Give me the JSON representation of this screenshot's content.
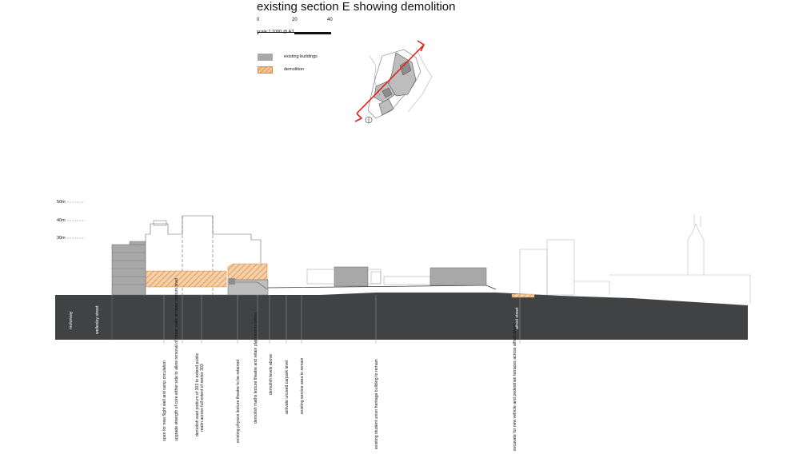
{
  "title": "existing section E showing demolition",
  "scale": {
    "ticks": [
      "0",
      "20",
      "40"
    ],
    "label": "scale 1:1000 @ A3"
  },
  "legend": [
    {
      "label": "existing buildings",
      "color": "#a8a8a8"
    },
    {
      "label": "demolition",
      "color": "#e9a866"
    }
  ],
  "levels": [
    "50m",
    "40m",
    "30m"
  ],
  "streets": [
    "motorway",
    "wellesley street",
    "alfred street"
  ],
  "annotations": [
    "open for new flight well and ramp circulation",
    "upgrade strength of core either side to allow removal of shear walls at lower podium level",
    "demolish east podium of 303 to extend public realm across full extent of sector 303",
    "existing physics lecture theatre to be retained",
    "demolish maths lecture theatre and retain plant rooms below",
    "demolish levels above",
    "activate unused carpark level",
    "existing service area to remain",
    "existing student union heritage building to remain",
    "excavate for new vehicle and pedestrian terraces across alfred street"
  ],
  "colors": {
    "ground": "#404244",
    "existing": "#a8a8a8",
    "demolition": "#e9a866",
    "section_line": "#e0201b"
  }
}
